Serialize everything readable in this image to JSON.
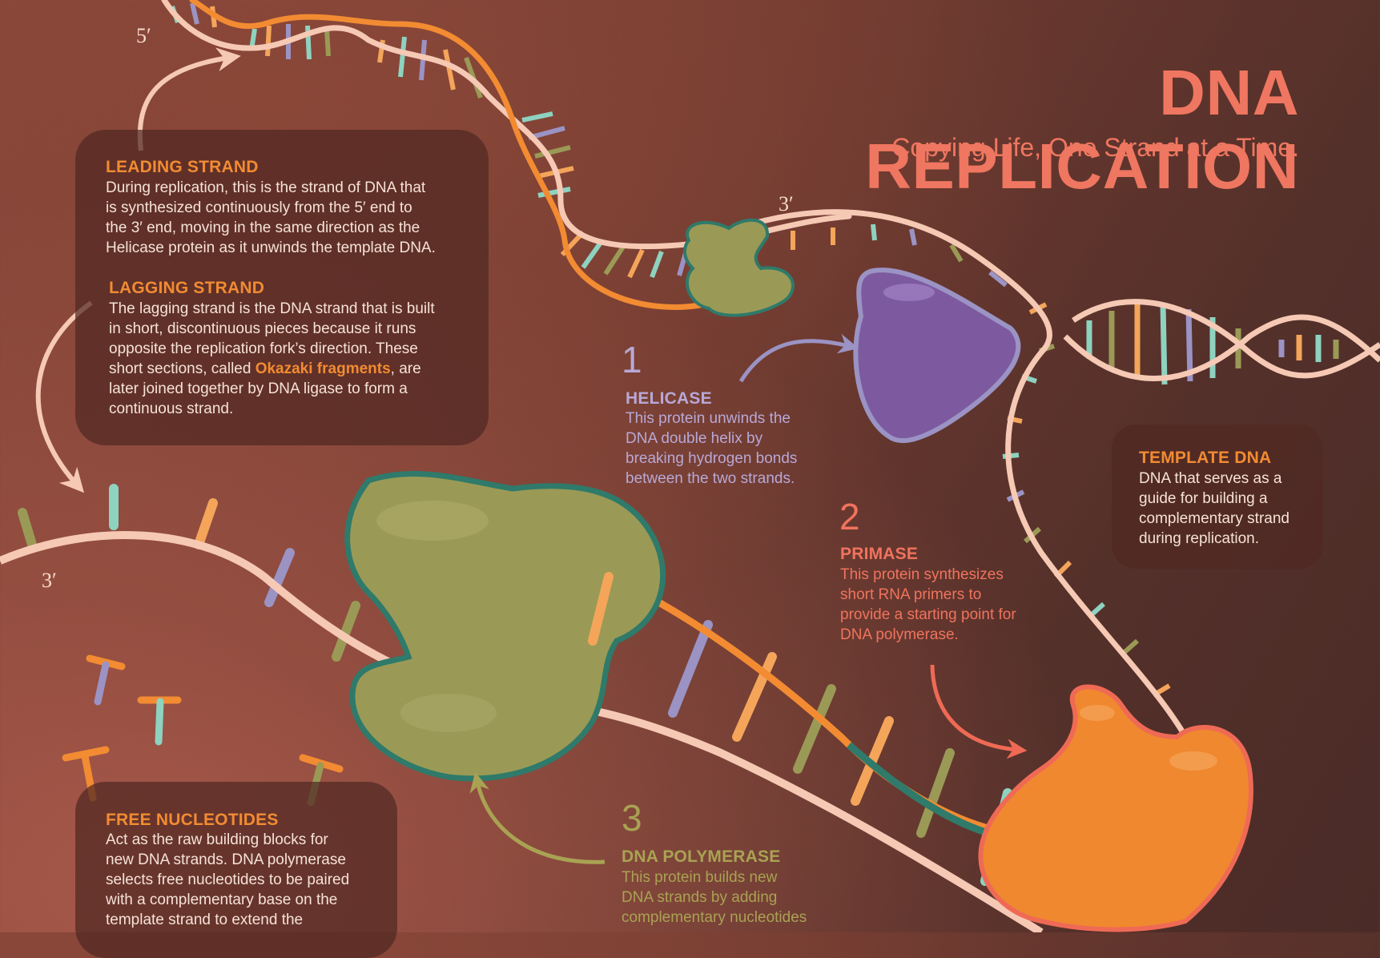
{
  "title": "DNA REPLICATION",
  "subtitle": "Copying Life, One Strand at a Time.",
  "end_labels": {
    "five_prime_top": "5′",
    "three_prime_center": "3′",
    "three_prime_left": "3′"
  },
  "leading_strand": {
    "heading": "LEADING STRAND",
    "lines": [
      "During replication, this is the strand of DNA that",
      "is synthesized continuously from the 5′ end to",
      "the 3′ end, moving in the same direction as the",
      "Helicase protein as it unwinds the template DNA."
    ]
  },
  "lagging_strand": {
    "heading": "LAGGING STRAND",
    "lines": [
      "The lagging strand is the DNA strand that is built",
      "in short, discontinuous pieces because it runs",
      "opposite the replication fork’s direction. These"
    ],
    "line4_before": "short sections, called ",
    "line4_highlight": "Okazaki fragments",
    "line4_after": ", are",
    "lines_end": [
      "later joined together by DNA ligase to form a",
      "continuous strand."
    ]
  },
  "helicase": {
    "number": "1",
    "heading": "HELICASE",
    "lines": [
      "This protein unwinds the",
      "DNA double helix by",
      "breaking hydrogen bonds",
      "between the two strands."
    ]
  },
  "primase": {
    "number": "2",
    "heading": "PRIMASE",
    "lines": [
      "This protein synthesizes",
      "short RNA primers to",
      "provide a starting point for",
      "DNA polymerase."
    ]
  },
  "polymerase": {
    "number": "3",
    "heading": "DNA POLYMERASE",
    "lines": [
      "This protein builds new",
      "DNA strands by adding",
      "complementary nucleotides"
    ]
  },
  "template_dna": {
    "heading": "TEMPLATE DNA",
    "lines": [
      "DNA that serves as a",
      "guide for building a",
      "complementary strand",
      "during replication."
    ]
  },
  "free_nucleotides": {
    "heading": "FREE NUCLEOTIDES",
    "lines": [
      "Act as the raw building blocks for",
      "new DNA strands. DNA polymerase",
      "selects free nucleotides to be paired",
      "with a complementary base on the",
      "template strand to extend the"
    ]
  },
  "colors": {
    "title": "#ef7660",
    "heading_orange": "#f28b32",
    "helicase_text": "#b8a8d6",
    "primase_text": "#f0735d",
    "polymerase_text": "#a9a253",
    "body_text": "#f6e2d6",
    "backbone_light": "#f6c9b5",
    "backbone_orange": "#f28b32",
    "backbone_teal": "#2f7a6a",
    "helicase_protein": "#7d5aa0",
    "polymerase_protein": "#9a9a56",
    "primase_protein": "#f0882f",
    "base_teal": "#8ed2c0",
    "base_purple": "#9b93c4",
    "base_orange": "#f4a55a",
    "base_olive": "#9a9a56"
  }
}
